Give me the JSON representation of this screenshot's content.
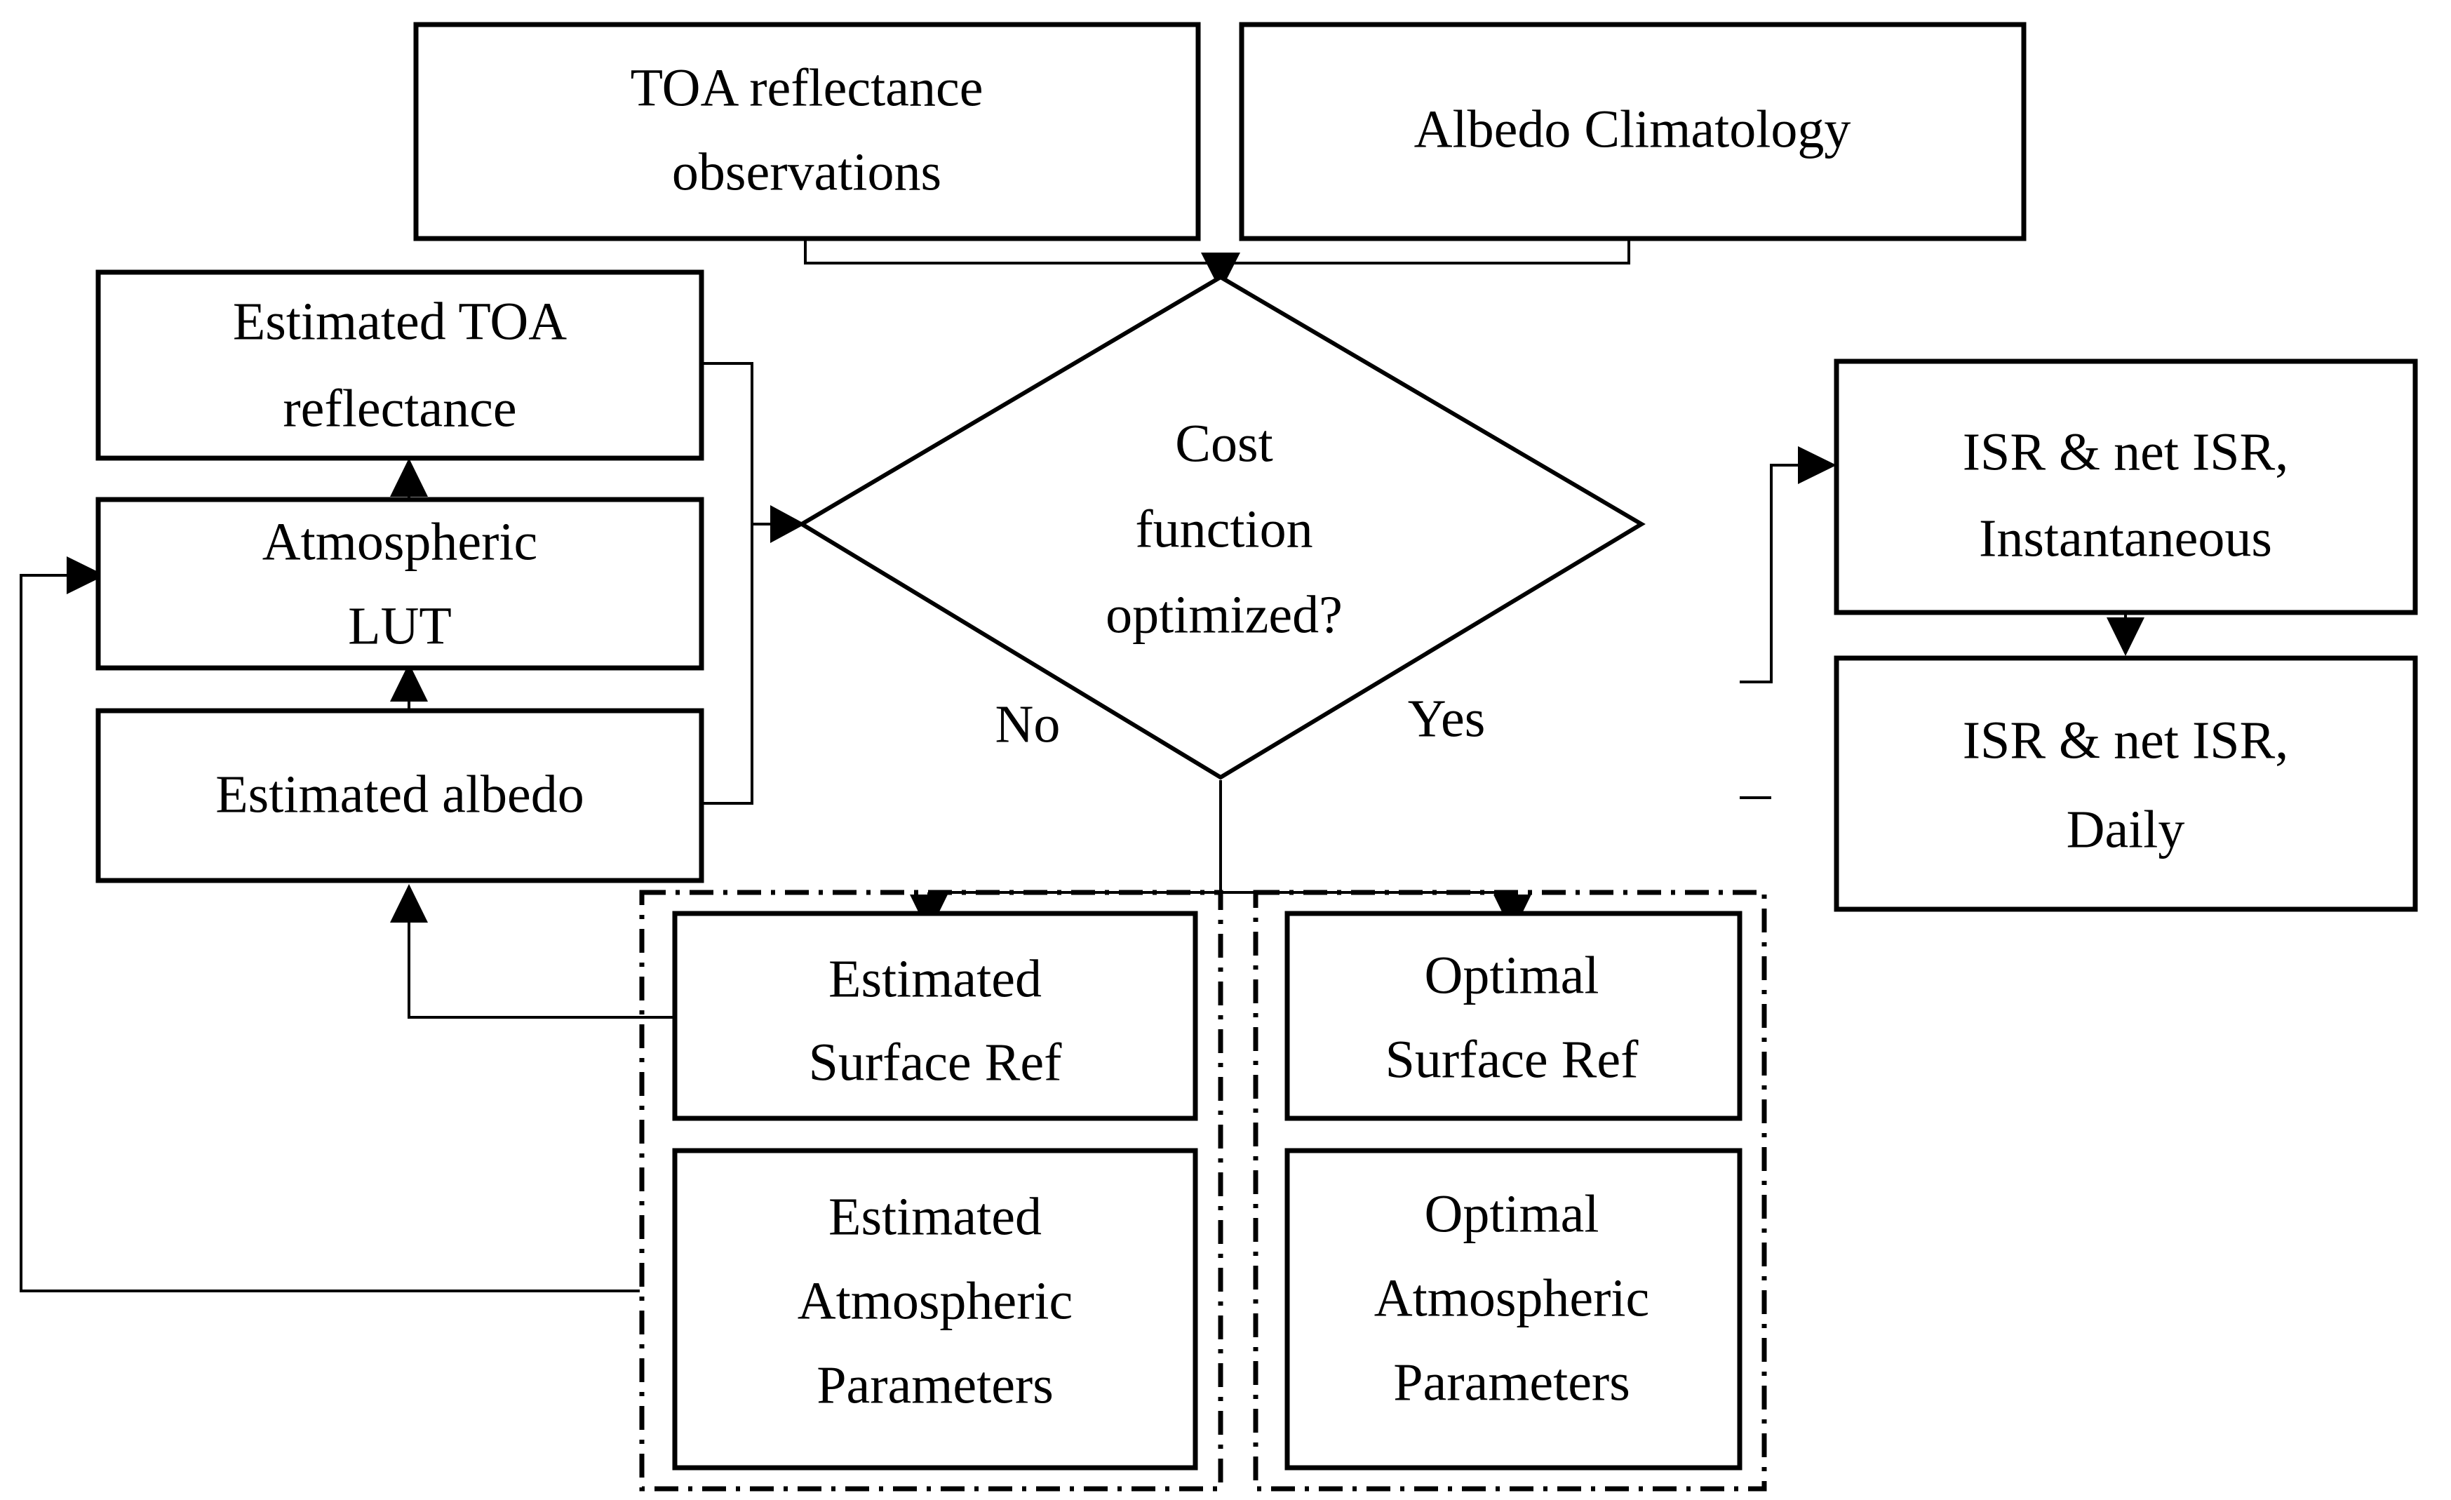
{
  "diagram": {
    "title": "Albedo and ISR retrieval optimization flowchart",
    "type": "flowchart",
    "background_color": "#ffffff",
    "line_color": "#000000",
    "nodes": [
      {
        "id": "toa-observations",
        "shape": "rectangle",
        "lines": [
          "TOA reflectance",
          "observations"
        ]
      },
      {
        "id": "albedo-climatology",
        "shape": "rectangle",
        "lines": [
          "Albedo Climatology"
        ]
      },
      {
        "id": "estimated-toa-reflectance",
        "shape": "rectangle",
        "lines": [
          "Estimated TOA",
          "reflectance"
        ]
      },
      {
        "id": "atmospheric-lut",
        "shape": "rectangle",
        "lines": [
          "Atmospheric",
          "LUT"
        ]
      },
      {
        "id": "estimated-albedo",
        "shape": "rectangle",
        "lines": [
          "Estimated albedo"
        ]
      },
      {
        "id": "cost-function",
        "shape": "diamond",
        "lines": [
          "Cost",
          "function",
          "optimized?"
        ]
      },
      {
        "id": "isr-instantaneous",
        "shape": "rectangle",
        "lines": [
          "ISR & net ISR,",
          "Instantaneous"
        ]
      },
      {
        "id": "isr-daily",
        "shape": "rectangle",
        "lines": [
          "ISR & net ISR,",
          "Daily"
        ]
      },
      {
        "id": "estimated-surface-ref",
        "shape": "rectangle",
        "lines": [
          "Estimated",
          "Surface Ref"
        ]
      },
      {
        "id": "estimated-atmospheric-parameters",
        "shape": "rectangle",
        "lines": [
          "Estimated",
          "Atmospheric",
          "Parameters"
        ]
      },
      {
        "id": "optimal-surface-ref",
        "shape": "rectangle",
        "lines": [
          "Optimal",
          "Surface Ref"
        ]
      },
      {
        "id": "optimal-atmospheric-parameters",
        "shape": "rectangle",
        "lines": [
          "Optimal",
          "Atmospheric",
          "Parameters"
        ]
      }
    ],
    "branch_labels": {
      "no": "No",
      "yes": "Yes"
    },
    "groups": [
      {
        "id": "estimated-group",
        "border_style": "dash-dot"
      },
      {
        "id": "optimal-group",
        "border_style": "dash-dot"
      }
    ]
  }
}
